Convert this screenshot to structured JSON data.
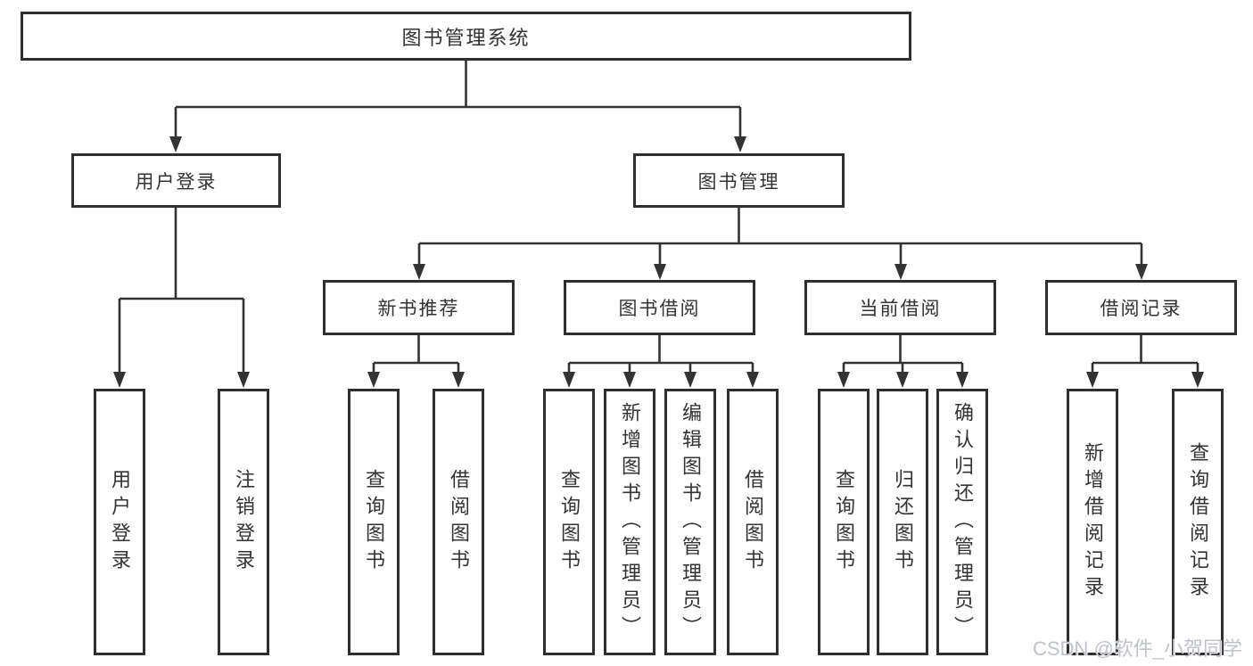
{
  "nodes": {
    "root": "图书管理系统",
    "level2": {
      "user_login": "用户登录",
      "book_mgmt": "图书管理"
    },
    "level3": {
      "new_books": "新书推荐",
      "book_borrow": "图书借阅",
      "current_borrow": "当前借阅",
      "borrow_records": "借阅记录"
    },
    "leaves": {
      "user_login": [
        "用户登录",
        "注销登录"
      ],
      "new_books": [
        "查询图书",
        "借阅图书"
      ],
      "book_borrow": [
        "查询图书",
        "新增图书（管理员）",
        "编辑图书（管理员）",
        "借阅图书"
      ],
      "current_borrow": [
        "查询图书",
        "归还图书",
        "确认归还（管理员）"
      ],
      "borrow_records": [
        "新增借阅记录",
        "查询借阅记录"
      ]
    }
  },
  "watermark": {
    "text": "CSDN @软件_小贺同学"
  },
  "colors": {
    "border": "#2f2f2f",
    "line": "#333333",
    "text": "#333333",
    "background": "#ffffff",
    "watermark": "#bfc3c9"
  }
}
